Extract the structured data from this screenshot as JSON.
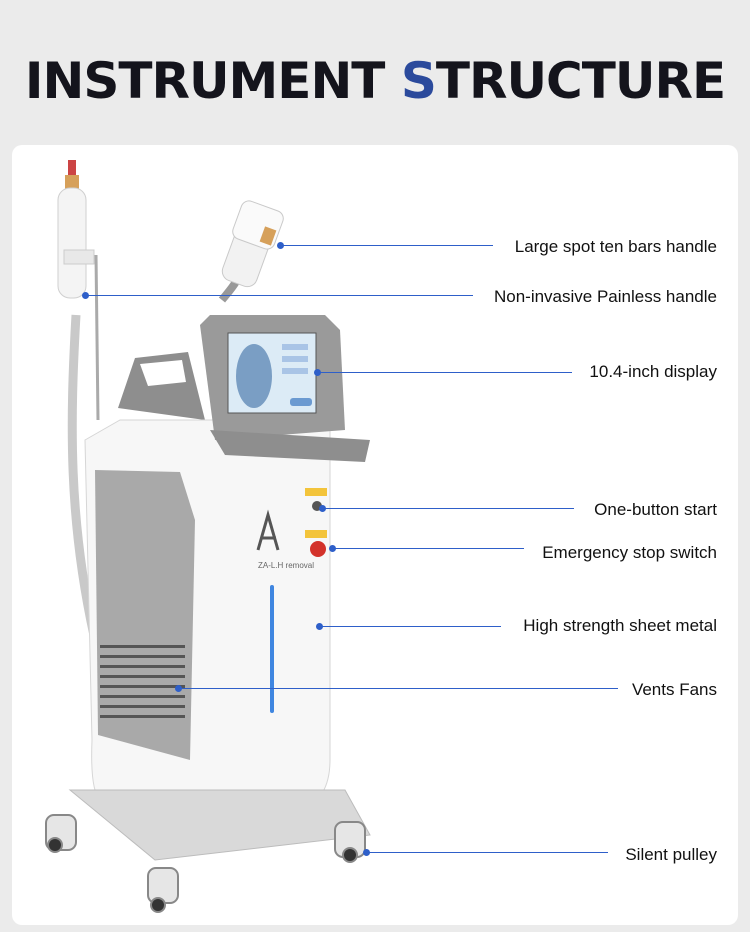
{
  "title": {
    "part1": "INSTRUMENT ",
    "part2": "S",
    "part3": "TRUCTURE"
  },
  "machine": {
    "brand_text": "ZA-L.H removal"
  },
  "callouts": [
    {
      "id": "large-spot-handle",
      "label": "Large spot ten bars handle"
    },
    {
      "id": "painless-handle",
      "label": "Non-invasive Painless handle"
    },
    {
      "id": "display",
      "label": "10.4-inch display"
    },
    {
      "id": "one-button-start",
      "label": "One-button start"
    },
    {
      "id": "emergency-stop",
      "label": "Emergency stop switch"
    },
    {
      "id": "sheet-metal",
      "label": "High strength sheet metal"
    },
    {
      "id": "vents-fans",
      "label": "Vents Fans"
    },
    {
      "id": "silent-pulley",
      "label": "Silent pulley"
    }
  ],
  "colors": {
    "accent": "#2e5fc9",
    "title_dark": "#14141c",
    "title_blue": "#2b4a9c"
  }
}
